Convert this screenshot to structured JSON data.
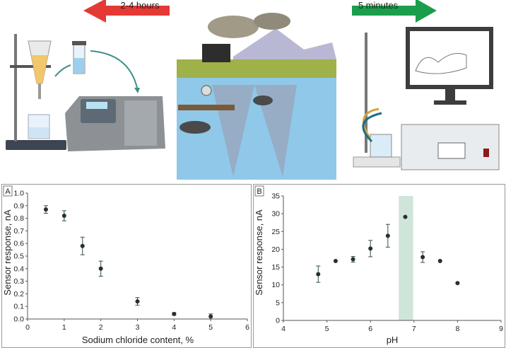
{
  "illustration": {
    "left_arrow_label": "2-4 hours",
    "right_arrow_label": "5 minutes",
    "left_arrow_color": "#e53935",
    "right_arrow_color": "#1a9e4b"
  },
  "chart_data": [
    {
      "type": "scatter",
      "panel_label": "A",
      "xlabel": "Sodium chloride content, %",
      "ylabel": "Sensor response, nA",
      "xlim": [
        0,
        6
      ],
      "ylim": [
        0,
        1.0
      ],
      "xticks": [
        "0",
        "1",
        "2",
        "3",
        "4",
        "5",
        "6"
      ],
      "yticks": [
        "0.0",
        "0.1",
        "0.2",
        "0.3",
        "0.4",
        "0.5",
        "0.6",
        "0.7",
        "0.8",
        "0.9",
        "1.0"
      ],
      "points": [
        {
          "x": 0.5,
          "y": 0.87,
          "err": 0.03
        },
        {
          "x": 1.0,
          "y": 0.82,
          "err": 0.04
        },
        {
          "x": 1.5,
          "y": 0.58,
          "err": 0.07
        },
        {
          "x": 2.0,
          "y": 0.4,
          "err": 0.06
        },
        {
          "x": 3.0,
          "y": 0.14,
          "err": 0.03
        },
        {
          "x": 4.0,
          "y": 0.04,
          "err": 0.01
        },
        {
          "x": 5.0,
          "y": 0.02,
          "err": 0.02
        }
      ],
      "marker_color": "#2d2d2d"
    },
    {
      "type": "scatter",
      "panel_label": "B",
      "xlabel": "pH",
      "ylabel": "Sensor response, nA",
      "xlim": [
        4,
        9
      ],
      "ylim": [
        0,
        35
      ],
      "xticks": [
        "4",
        "5",
        "6",
        "7",
        "8",
        "9"
      ],
      "yticks": [
        "0",
        "5",
        "10",
        "15",
        "20",
        "25",
        "30",
        "35"
      ],
      "highlight": {
        "x0": 6.65,
        "x1": 6.98,
        "color": "#cfe5d9"
      },
      "points": [
        {
          "x": 4.8,
          "y": 13.0,
          "err": 2.3
        },
        {
          "x": 5.2,
          "y": 16.7,
          "err": 0
        },
        {
          "x": 5.6,
          "y": 17.2,
          "err": 0.8
        },
        {
          "x": 6.0,
          "y": 20.2,
          "err": 2.3
        },
        {
          "x": 6.4,
          "y": 23.8,
          "err": 3.2
        },
        {
          "x": 6.8,
          "y": 29.1,
          "err": 0
        },
        {
          "x": 7.2,
          "y": 17.8,
          "err": 1.5
        },
        {
          "x": 7.6,
          "y": 16.7,
          "err": 0
        },
        {
          "x": 8.0,
          "y": 10.5,
          "err": 0
        }
      ],
      "marker_color": "#2d2d2d"
    }
  ]
}
